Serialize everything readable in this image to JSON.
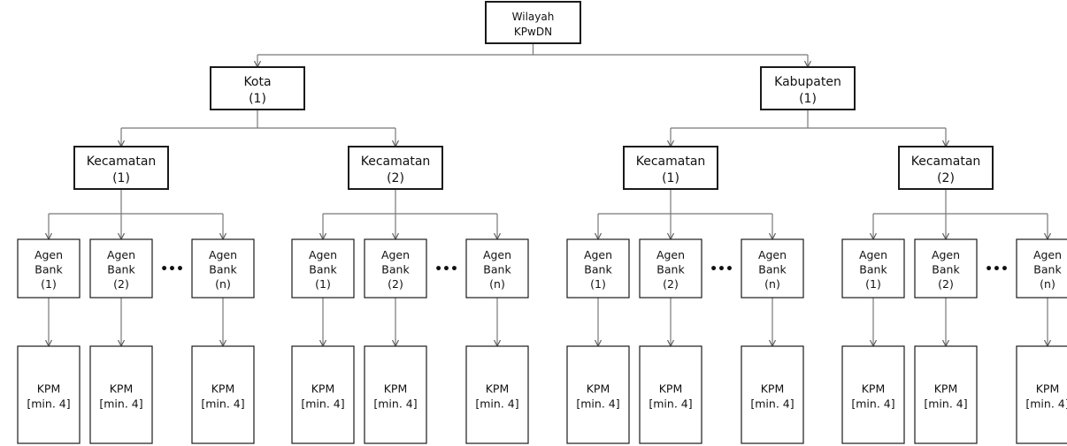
{
  "root": {
    "line1": "Wilayah",
    "line2": "KPwDN"
  },
  "regions": [
    {
      "name": "Kota",
      "index": "(1)",
      "kecamatan": [
        {
          "name": "Kecamatan",
          "index": "(1)",
          "agents": [
            {
              "line1": "Agen",
              "line2": "Bank",
              "index": "(1)"
            },
            {
              "line1": "Agen",
              "line2": "Bank",
              "index": "(2)"
            },
            {
              "line1": "Agen",
              "line2": "Bank",
              "index": "(n)"
            }
          ]
        },
        {
          "name": "Kecamatan",
          "index": "(2)",
          "agents": [
            {
              "line1": "Agen",
              "line2": "Bank",
              "index": "(1)"
            },
            {
              "line1": "Agen",
              "line2": "Bank",
              "index": "(2)"
            },
            {
              "line1": "Agen",
              "line2": "Bank",
              "index": "(n)"
            }
          ]
        }
      ]
    },
    {
      "name": "Kabupaten",
      "index": "(1)",
      "kecamatan": [
        {
          "name": "Kecamatan",
          "index": "(1)",
          "agents": [
            {
              "line1": "Agen",
              "line2": "Bank",
              "index": "(1)"
            },
            {
              "line1": "Agen",
              "line2": "Bank",
              "index": "(2)"
            },
            {
              "line1": "Agen",
              "line2": "Bank",
              "index": "(n)"
            }
          ]
        },
        {
          "name": "Kecamatan",
          "index": "(2)",
          "agents": [
            {
              "line1": "Agen",
              "line2": "Bank",
              "index": "(1)"
            },
            {
              "line1": "Agen",
              "line2": "Bank",
              "index": "(2)"
            },
            {
              "line1": "Agen",
              "line2": "Bank",
              "index": "(n)"
            }
          ]
        }
      ]
    }
  ],
  "kpm": {
    "line1": "KPM",
    "line2": "[min. 4]"
  },
  "ellipsis": "•••"
}
